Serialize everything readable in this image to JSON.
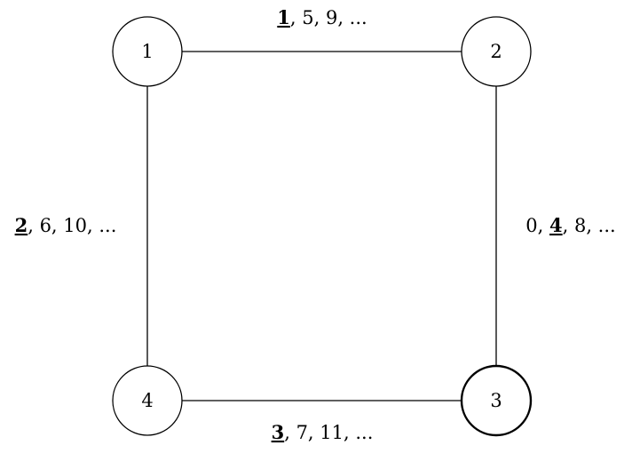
{
  "nodes": [
    {
      "id": "1",
      "label": "1",
      "highlighted": false
    },
    {
      "id": "2",
      "label": "2",
      "highlighted": false
    },
    {
      "id": "3",
      "label": "3",
      "highlighted": true
    },
    {
      "id": "4",
      "label": "4",
      "highlighted": false
    }
  ],
  "edges": [
    {
      "from": "1",
      "to": "2",
      "label": {
        "before": "",
        "emph": "1",
        "after": ", 5, 9, ..."
      }
    },
    {
      "from": "2",
      "to": "3",
      "label": {
        "before": "0, ",
        "emph": "4",
        "after": ", 8, ..."
      }
    },
    {
      "from": "3",
      "to": "4",
      "label": {
        "before": "",
        "emph": "3",
        "after": ", 7, 11, ..."
      }
    },
    {
      "from": "4",
      "to": "1",
      "label": {
        "before": "",
        "emph": "2",
        "after": ", 6, 10, ..."
      }
    }
  ],
  "colors": {
    "stroke": "#000000",
    "fill": "#ffffff"
  }
}
